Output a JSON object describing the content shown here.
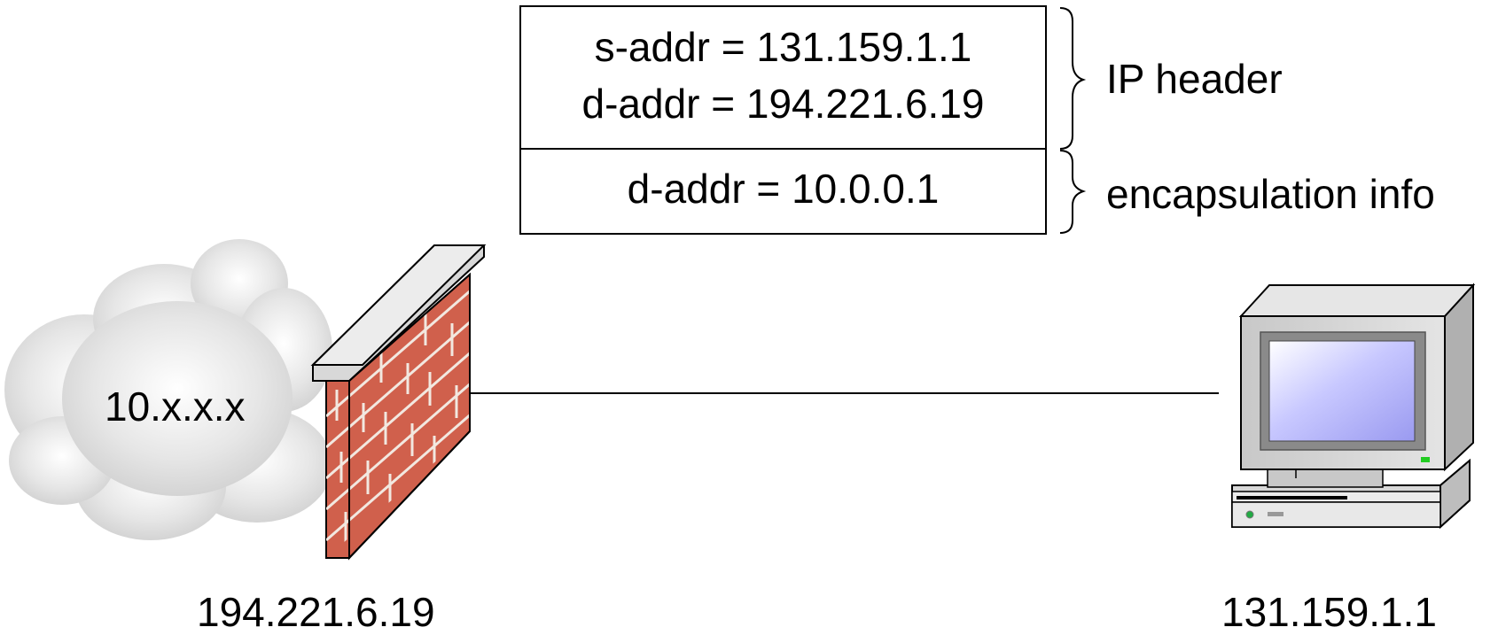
{
  "packet": {
    "header_lines": [
      "s-addr = 131.159.1.1",
      "d-addr = 194.221.6.19"
    ],
    "encap_line": "d-addr = 10.0.0.1"
  },
  "braces": {
    "ip_header_label": "IP header",
    "encap_label": "encapsulation info"
  },
  "network": {
    "private_label": "10.x.x.x"
  },
  "firewall": {
    "address": "194.221.6.19",
    "icon": "firewall-brick-wall-icon"
  },
  "host": {
    "address": "131.159.1.1",
    "icon": "desktop-computer-icon"
  },
  "colors": {
    "brick": "#d0604c",
    "mortar": "#f2e8e0",
    "wall_top": "#d8d8d8",
    "cloud": "#d9d9d9",
    "screen": "#c8c8ff",
    "monitor_body": "#d4d4d4",
    "led": "#22cc22"
  }
}
